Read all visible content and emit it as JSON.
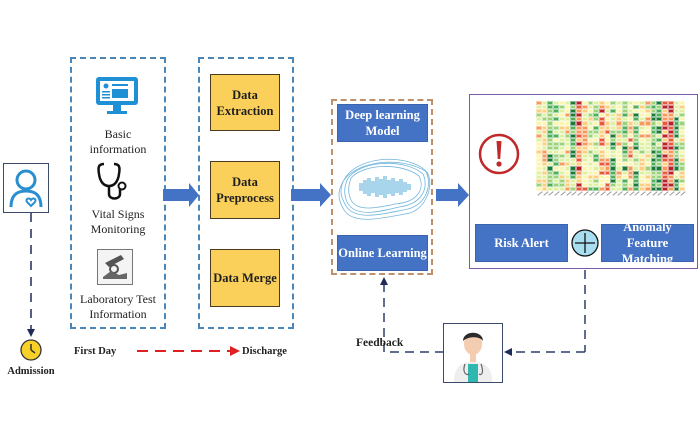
{
  "patient": {
    "icon": "patient-heart-icon",
    "admission_label": "Admission",
    "clock_icon": "clock-icon"
  },
  "input_panel": {
    "items": [
      {
        "icon": "monitor-icon",
        "label_lines": [
          "Basic",
          "information"
        ]
      },
      {
        "icon": "stethoscope-icon",
        "label_lines": [
          "Vital Signs",
          "Monitoring"
        ]
      },
      {
        "icon": "microscope-icon",
        "label_lines": [
          "Laboratory Test",
          "Information"
        ]
      }
    ]
  },
  "processing_panel": {
    "steps": [
      {
        "label_lines": [
          "Data",
          "Extraction"
        ]
      },
      {
        "label_lines": [
          "Data",
          "Preprocess"
        ]
      },
      {
        "label_lines": [
          "Data Merge"
        ]
      }
    ]
  },
  "model_panel": {
    "model_lines": [
      "Deep learning",
      "Model"
    ],
    "online_learning": "Online Learning",
    "brain_icon": "neural-brain-icon"
  },
  "output_panel": {
    "alert_icon": "exclamation-icon",
    "risk_alert": "Risk Alert",
    "plus_icon": "plus-icon",
    "anomaly_lines": [
      "Anomaly Feature",
      "Matching"
    ],
    "heatmap_colors": [
      "#1a7a3a",
      "#4fae5a",
      "#9bd27a",
      "#dff0a0",
      "#fbf5b0",
      "#fccf7e",
      "#f69a5c",
      "#e8583c",
      "#b8202a"
    ]
  },
  "timeline": {
    "start": "First Day",
    "end": "Discharge",
    "color": "#e02020"
  },
  "feedback": {
    "label": "Feedback",
    "doctor_icon": "doctor-icon"
  },
  "colors": {
    "blue_arrow": "#4472c4",
    "navy_dash": "#2f3f6a",
    "purple_border": "#7b5aa6"
  }
}
